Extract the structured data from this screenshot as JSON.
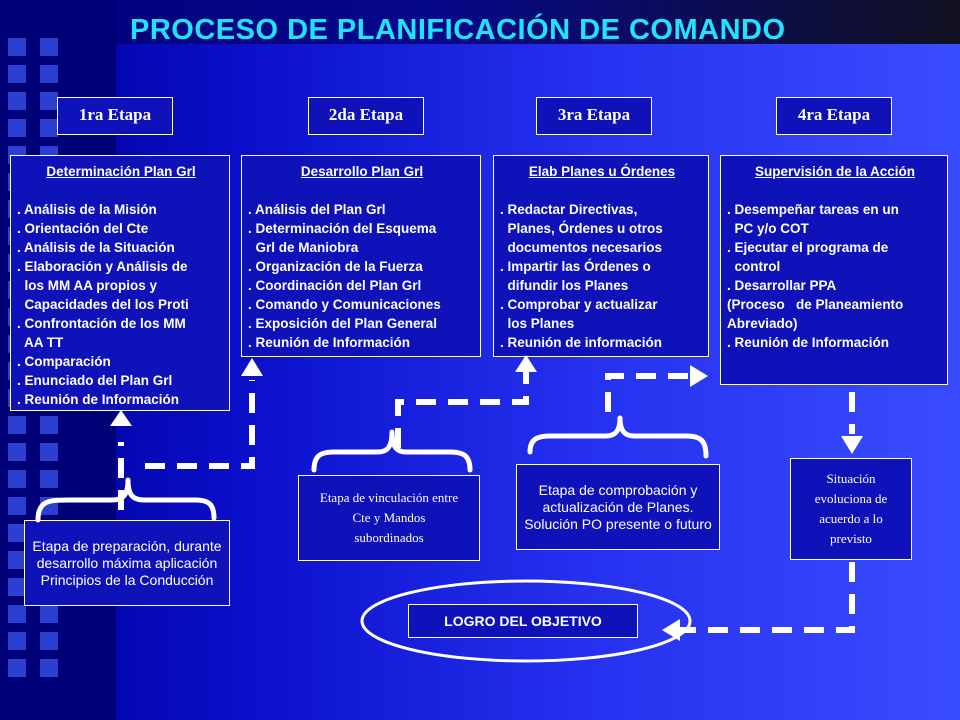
{
  "title": "PROCESO DE PLANIFICACIÓN DE COMANDO",
  "stages": [
    "1ra Etapa",
    "2da Etapa",
    "3ra Etapa",
    "4ra Etapa"
  ],
  "boxes": [
    {
      "heading": "Determinación Plan Grl",
      "lines": [
        ". Análisis de la Misión",
        ". Orientación del Cte",
        ". Análisis de la Situación",
        ". Elaboración y Análisis de",
        "  los MM AA propios y",
        "  Capacidades del los Proti",
        ". Confrontación de los MM",
        "  AA TT",
        ". Comparación",
        ". Enunciado del Plan Grl",
        ". Reunión de Información"
      ]
    },
    {
      "heading": "Desarrollo Plan Grl",
      "lines": [
        ". Análisis del Plan Grl",
        ". Determinación del Esquema",
        "  Grl de Maniobra",
        ". Organización de la Fuerza",
        ". Coordinación del Plan Grl",
        ". Comando y Comunicaciones",
        ". Exposición del Plan General",
        ". Reunión de Información"
      ]
    },
    {
      "heading": "Elab Planes u Órdenes",
      "lines": [
        ". Redactar Directivas,",
        "  Planes, Órdenes u otros",
        "  documentos necesarios",
        ". Impartir las Órdenes o",
        "  difundir los Planes",
        ". Comprobar y actualizar",
        "  los Planes",
        ". Reunión de información"
      ]
    },
    {
      "heading": "Supervisión de la Acción",
      "lines": [
        ". Desempeñar tareas en un",
        "  PC y/o COT",
        ". Ejecutar el programa de",
        "  control",
        ". Desarrollar PPA",
        "(Proceso   de Planeamiento",
        "Abreviado)",
        ". Reunión de Información"
      ]
    }
  ],
  "notes": {
    "preparacion": "Etapa de preparación, durante desarrollo máxima aplicación Principios de la Conducción",
    "vinculacion": "Etapa de vinculación entre Cte y Mandos subordinados",
    "comprobacion": "Etapa de comprobación y actualización de Planes. Solución PO presente o futuro",
    "situacion": "Situación evoluciona de acuerdo a lo previsto"
  },
  "logro": "LOGRO DEL OBJETIVO",
  "colors": {
    "title": "#22e3ff",
    "box_fill": "#0e12b8",
    "border": "#ffffff",
    "background": "#2430ee"
  }
}
